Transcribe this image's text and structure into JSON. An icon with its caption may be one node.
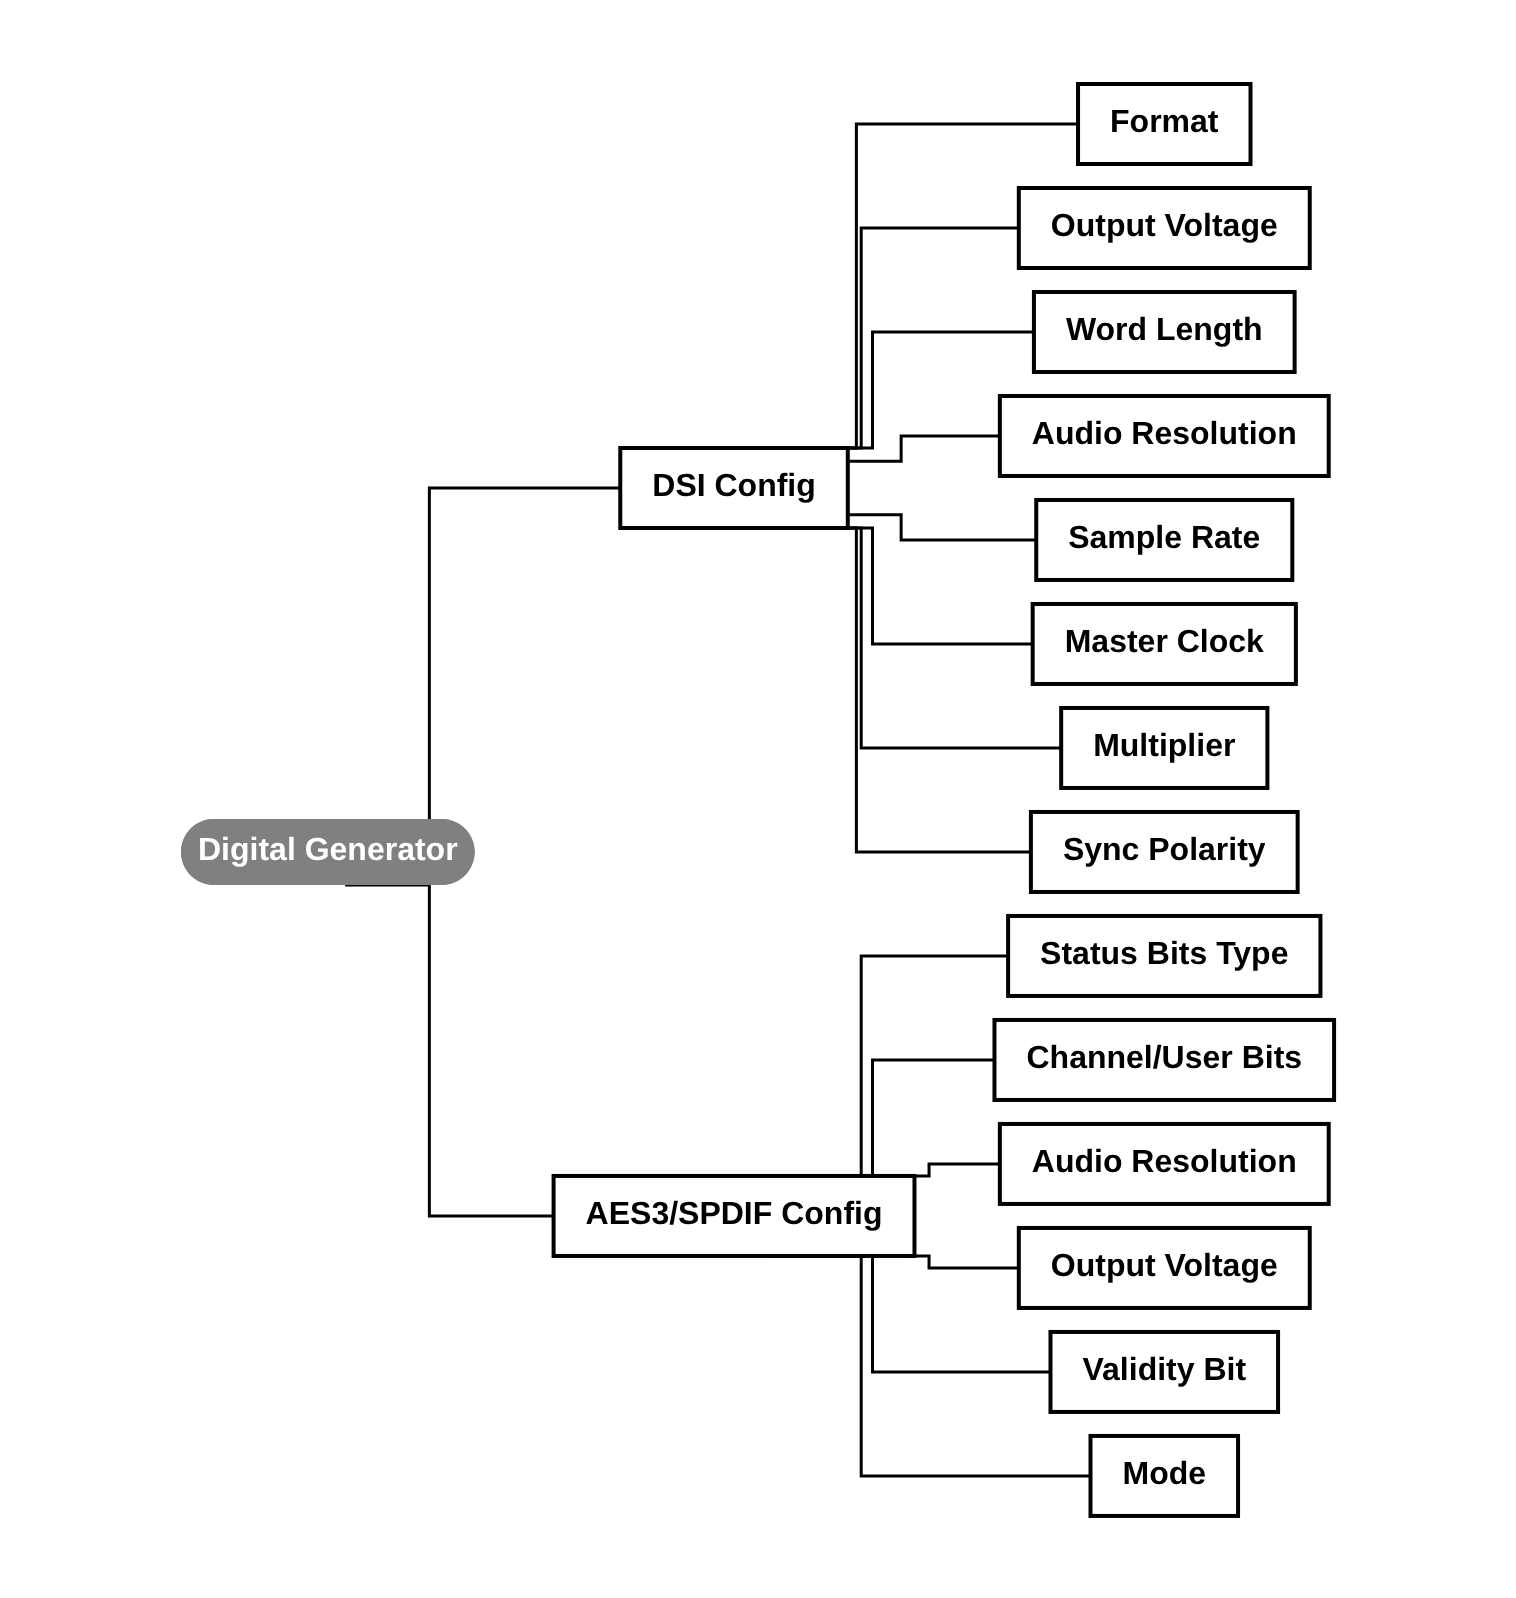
{
  "diagram": {
    "nodes": [
      {
        "text": [
          "Digital Generator"
        ]
      },
      {
        "text": [
          "DSI Config"
        ]
      },
      {
        "text": [
          "Format"
        ]
      },
      {
        "text": [
          "Output Voltage"
        ]
      },
      {
        "text": [
          "Word Length"
        ]
      },
      {
        "text": [
          "Audio Resolution"
        ]
      },
      {
        "text": [
          "Sample Rate"
        ]
      },
      {
        "text": [
          "Master Clock"
        ]
      },
      {
        "text": [
          "Multiplier"
        ]
      },
      {
        "text": [
          "Sync Polarity"
        ]
      },
      {
        "text": [
          "AES3/SPDIF Config"
        ]
      },
      {
        "text": [
          "Status Bits Type"
        ]
      },
      {
        "text": [
          "Channel/User Bits"
        ]
      },
      {
        "text": [
          "Audio Resolution"
        ]
      },
      {
        "text": [
          "Output Voltage"
        ]
      },
      {
        "text": [
          "Validity Bit"
        ]
      },
      {
        "text": [
          "Mode"
        ]
      }
    ],
    "edges": [
      {
        "from": 0,
        "to": 1,
        "arrow": "none"
      },
      {
        "from": 1,
        "to": 2,
        "arrow": "none"
      },
      {
        "from": 1,
        "to": 3,
        "arrow": "none"
      },
      {
        "from": 1,
        "to": 4,
        "arrow": "none"
      },
      {
        "from": 1,
        "to": 5,
        "arrow": "none"
      },
      {
        "from": 1,
        "to": 6,
        "arrow": "none"
      },
      {
        "from": 1,
        "to": 7,
        "arrow": "none"
      },
      {
        "from": 1,
        "to": 8,
        "arrow": "none"
      },
      {
        "from": 1,
        "to": 9,
        "arrow": "none"
      },
      {
        "from": 0,
        "to": 10,
        "arrow": "none"
      },
      {
        "from": 10,
        "to": 11,
        "arrow": "none"
      },
      {
        "from": 10,
        "to": 12,
        "arrow": "none"
      },
      {
        "from": 10,
        "to": 13,
        "arrow": "none"
      },
      {
        "from": 10,
        "to": 14,
        "arrow": "none"
      },
      {
        "from": 10,
        "to": 15,
        "arrow": "none"
      },
      {
        "from": 10,
        "to": 16,
        "arrow": "none"
      }
    ]
  }
}
